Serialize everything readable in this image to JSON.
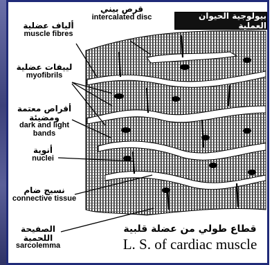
{
  "header": {
    "title": "بيولوجية الحيوان العملية"
  },
  "labels": {
    "intercalated_disc": {
      "ar": "قرص بيني",
      "en": "intercalated disc"
    },
    "muscle_fibres": {
      "ar": "ألياف عضلية",
      "en": "muscle fibres"
    },
    "myofibrils": {
      "ar": "لييفات عضلية",
      "en": "myofibrils"
    },
    "bands": {
      "ar": "أقراص معتمة ومضيئة",
      "en": "dark and light bands"
    },
    "nuclei": {
      "ar": "أنوية",
      "en": "nuclei"
    },
    "connective_tissue": {
      "ar": "نسيج ضام",
      "en": "connective tissue"
    },
    "sarcolemma": {
      "ar": "الصفيحة اللحمية",
      "en": "sarcolemma"
    }
  },
  "caption": {
    "ar": "قطاع طولي من عضلة قلبية",
    "en": "L. S. of cardiac muscle"
  },
  "colors": {
    "frame_border": "#1f2a78",
    "header_bg": "#111111",
    "ink": "#000000"
  }
}
